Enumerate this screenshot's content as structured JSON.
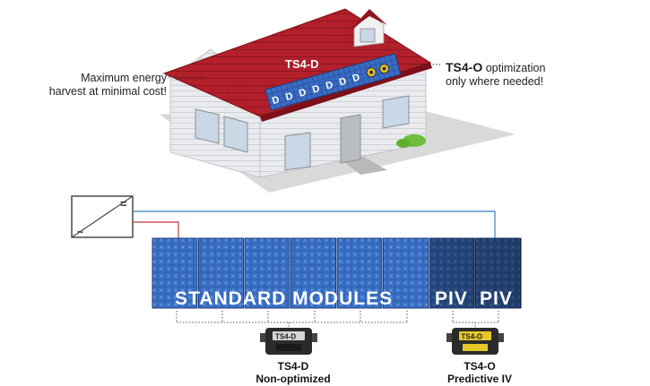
{
  "callouts": {
    "left_line1": "Maximum energy",
    "left_line2": "harvest at minimal cost!",
    "right_title": "TS4-O",
    "right_line1_rest": " optimization",
    "right_line2": "only where needed!"
  },
  "roof_label": "TS4-D",
  "roof_panel_letter": "D",
  "array": {
    "standard_label": "STANDARD MODULES",
    "piv_label_1": "PIV",
    "piv_label_2": "PIV"
  },
  "inverter": {
    "dc_symbol": "=",
    "ac_symbol": "~"
  },
  "devices": {
    "ts4d_badge": "TS4-D",
    "ts4o_badge": "TS4-O",
    "ts4d_name": "TS4-D",
    "ts4d_desc": "Non-optimized",
    "ts4o_name": "TS4-O",
    "ts4o_desc": "Predictive IV"
  },
  "colors": {
    "roof": "#b3202b",
    "panel": "#2b58a6",
    "ts4o_device": "#e6c72a",
    "wire_red": "#c33a3a",
    "wire_blue": "#3a7fc1"
  }
}
